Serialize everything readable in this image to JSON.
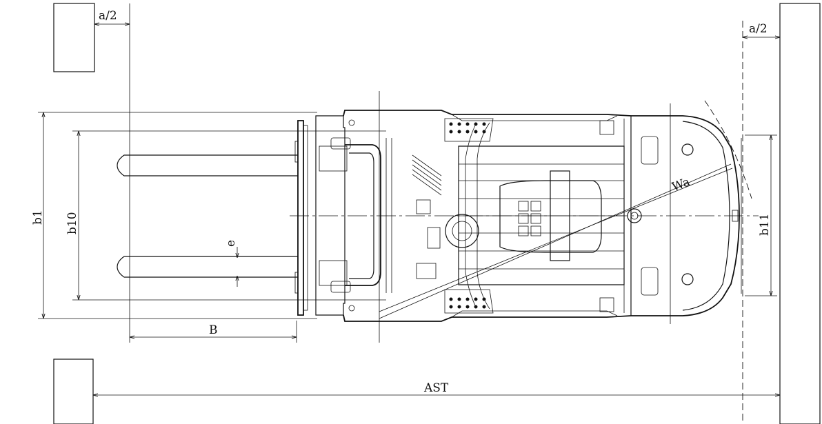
{
  "labels": {
    "a_half_left": "a/2",
    "a_half_right": "a/2",
    "b1": "b1",
    "b10": "b10",
    "e": "e",
    "B": "B",
    "wa": "Wa",
    "b11": "b11",
    "ast": "AST"
  },
  "colors": {
    "ink": "#111111",
    "background": "#ffffff"
  }
}
